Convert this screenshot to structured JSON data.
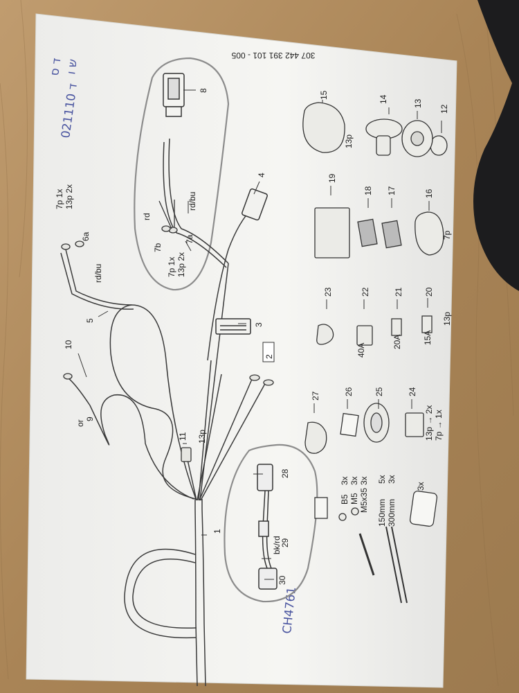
{
  "diagram": {
    "part_number": "307 442 391 101 - 005",
    "labels": {
      "p1": "1",
      "p2": "2",
      "p3": "3",
      "p4": "4",
      "p5": "5",
      "p6a": "6a",
      "p7a": "7a",
      "p7b": "7b",
      "p8": "8",
      "p9": "9",
      "p10": "10",
      "p11": "11",
      "p12": "12",
      "p13": "13",
      "p14": "14",
      "p15": "15",
      "p16": "16",
      "p17": "17",
      "p18": "18",
      "p19": "19",
      "p20": "20",
      "p21": "21",
      "p22": "22",
      "p23": "23",
      "p24": "24",
      "p25": "25",
      "p26": "26",
      "p27": "27",
      "p28": "28",
      "p29": "29",
      "p30": "30"
    },
    "annotations": {
      "rd_bu_top": "rd/bu",
      "rd_top": "rd",
      "p13_2x_7p_1x_top_a": "13p 2x",
      "p13_2x_7p_1x_top_b": "7p 1x",
      "rd_bu_left": "rd/bu",
      "p13_2x_left": "13p 2x",
      "p7_1x_left": "7p 1x",
      "or": "or",
      "p13_a": "13p",
      "p13_b": "13p",
      "p7": "7p",
      "p15a": "15A",
      "p20a": "20A",
      "p40a": "40A",
      "mode_7p": "7p → 1x",
      "mode_13p": "13p → 2x",
      "bk_rd": "bk/rd",
      "qty_3x": "3x",
      "qty_5x": "5x",
      "qty_3x_b": "3x",
      "qty_3x_c": "3x",
      "qty_3x_d": "3x",
      "qty_3x_e": "3x",
      "mm300": "300mm",
      "mm150": "150mm",
      "m5x35": "M5x35",
      "m5": "M5",
      "b5": "B5"
    },
    "handwriting": {
      "top_left_1": "ד ס",
      "top_left_2": "ש ו",
      "top_left_3": "ד 021110",
      "bottom_right": "CH4761"
    }
  },
  "colors": {
    "paper": "#f3f3ef",
    "table": "#b08d62",
    "line": "#3a3a3a",
    "highlight": "#8c8c8c",
    "pen": "#4a55a0"
  }
}
